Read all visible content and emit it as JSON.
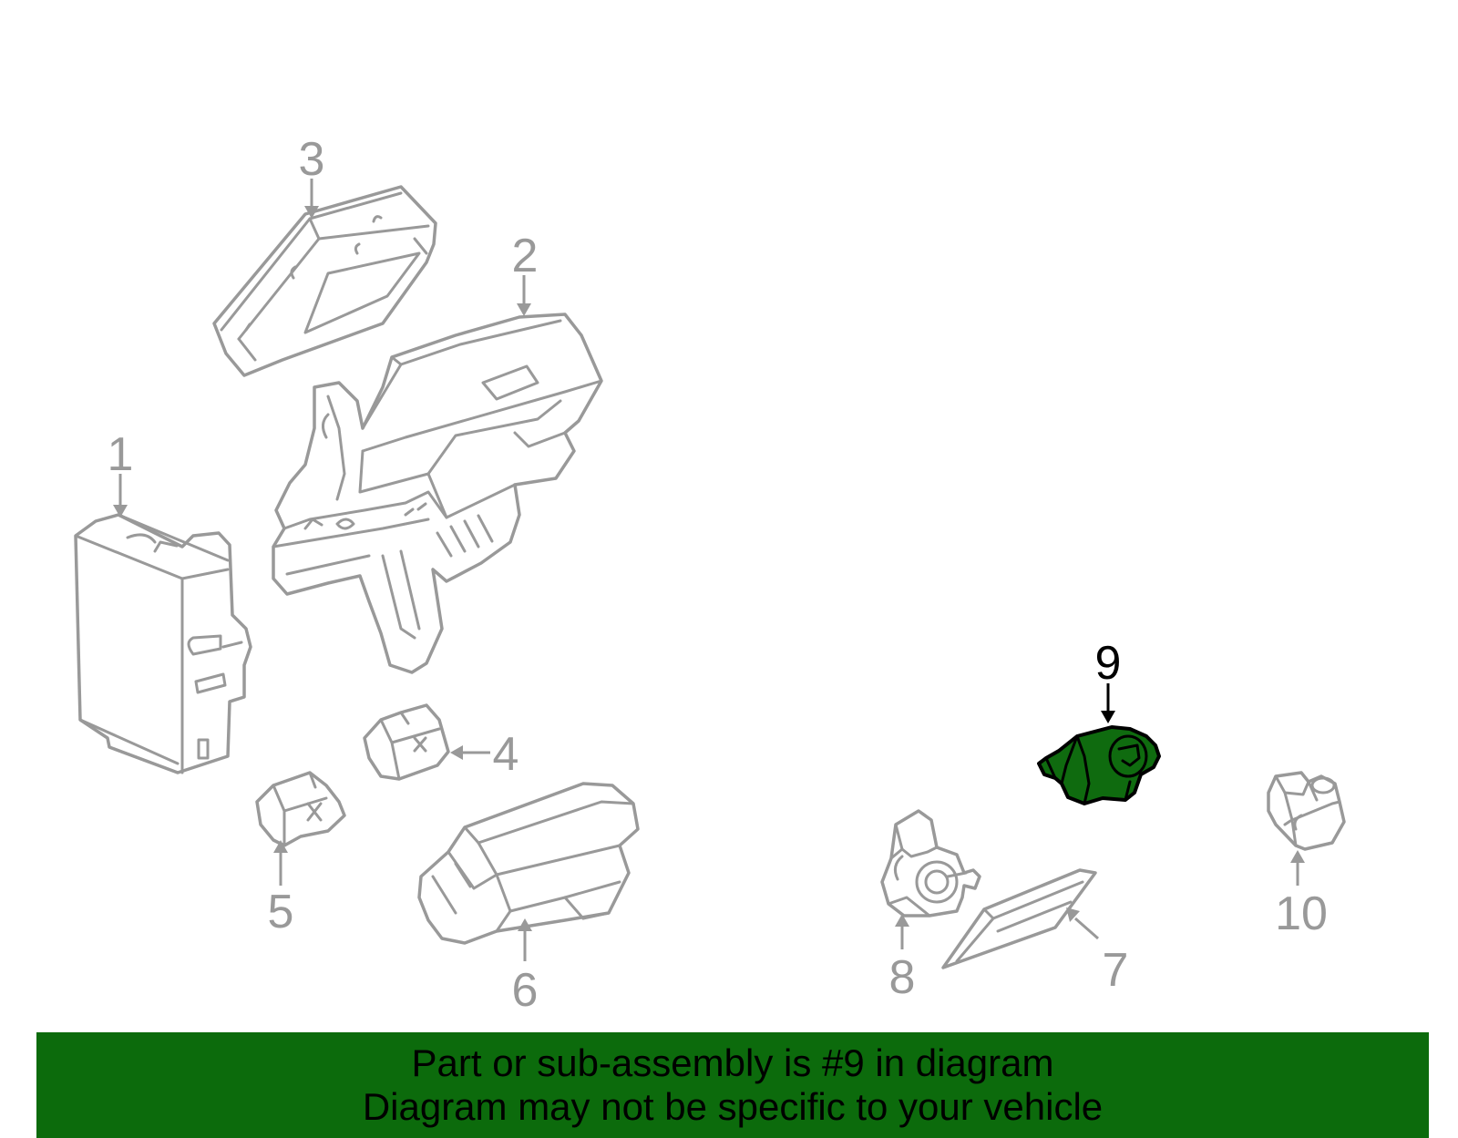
{
  "colors": {
    "banner_background": "#0c6b0c",
    "highlight_fill": "#0f6b0f",
    "highlight_stroke": "#000000",
    "part_stroke": "#999999",
    "label_gray": "#999999"
  },
  "highlighted_part": "9",
  "callouts": {
    "c1": "1",
    "c2": "2",
    "c3": "3",
    "c4": "4",
    "c5": "5",
    "c6": "6",
    "c7": "7",
    "c8": "8",
    "c9": "9",
    "c10": "10"
  },
  "banner": {
    "line1": "Part or sub-assembly is #9 in diagram",
    "line2": "Diagram may not be specific to your vehicle"
  }
}
